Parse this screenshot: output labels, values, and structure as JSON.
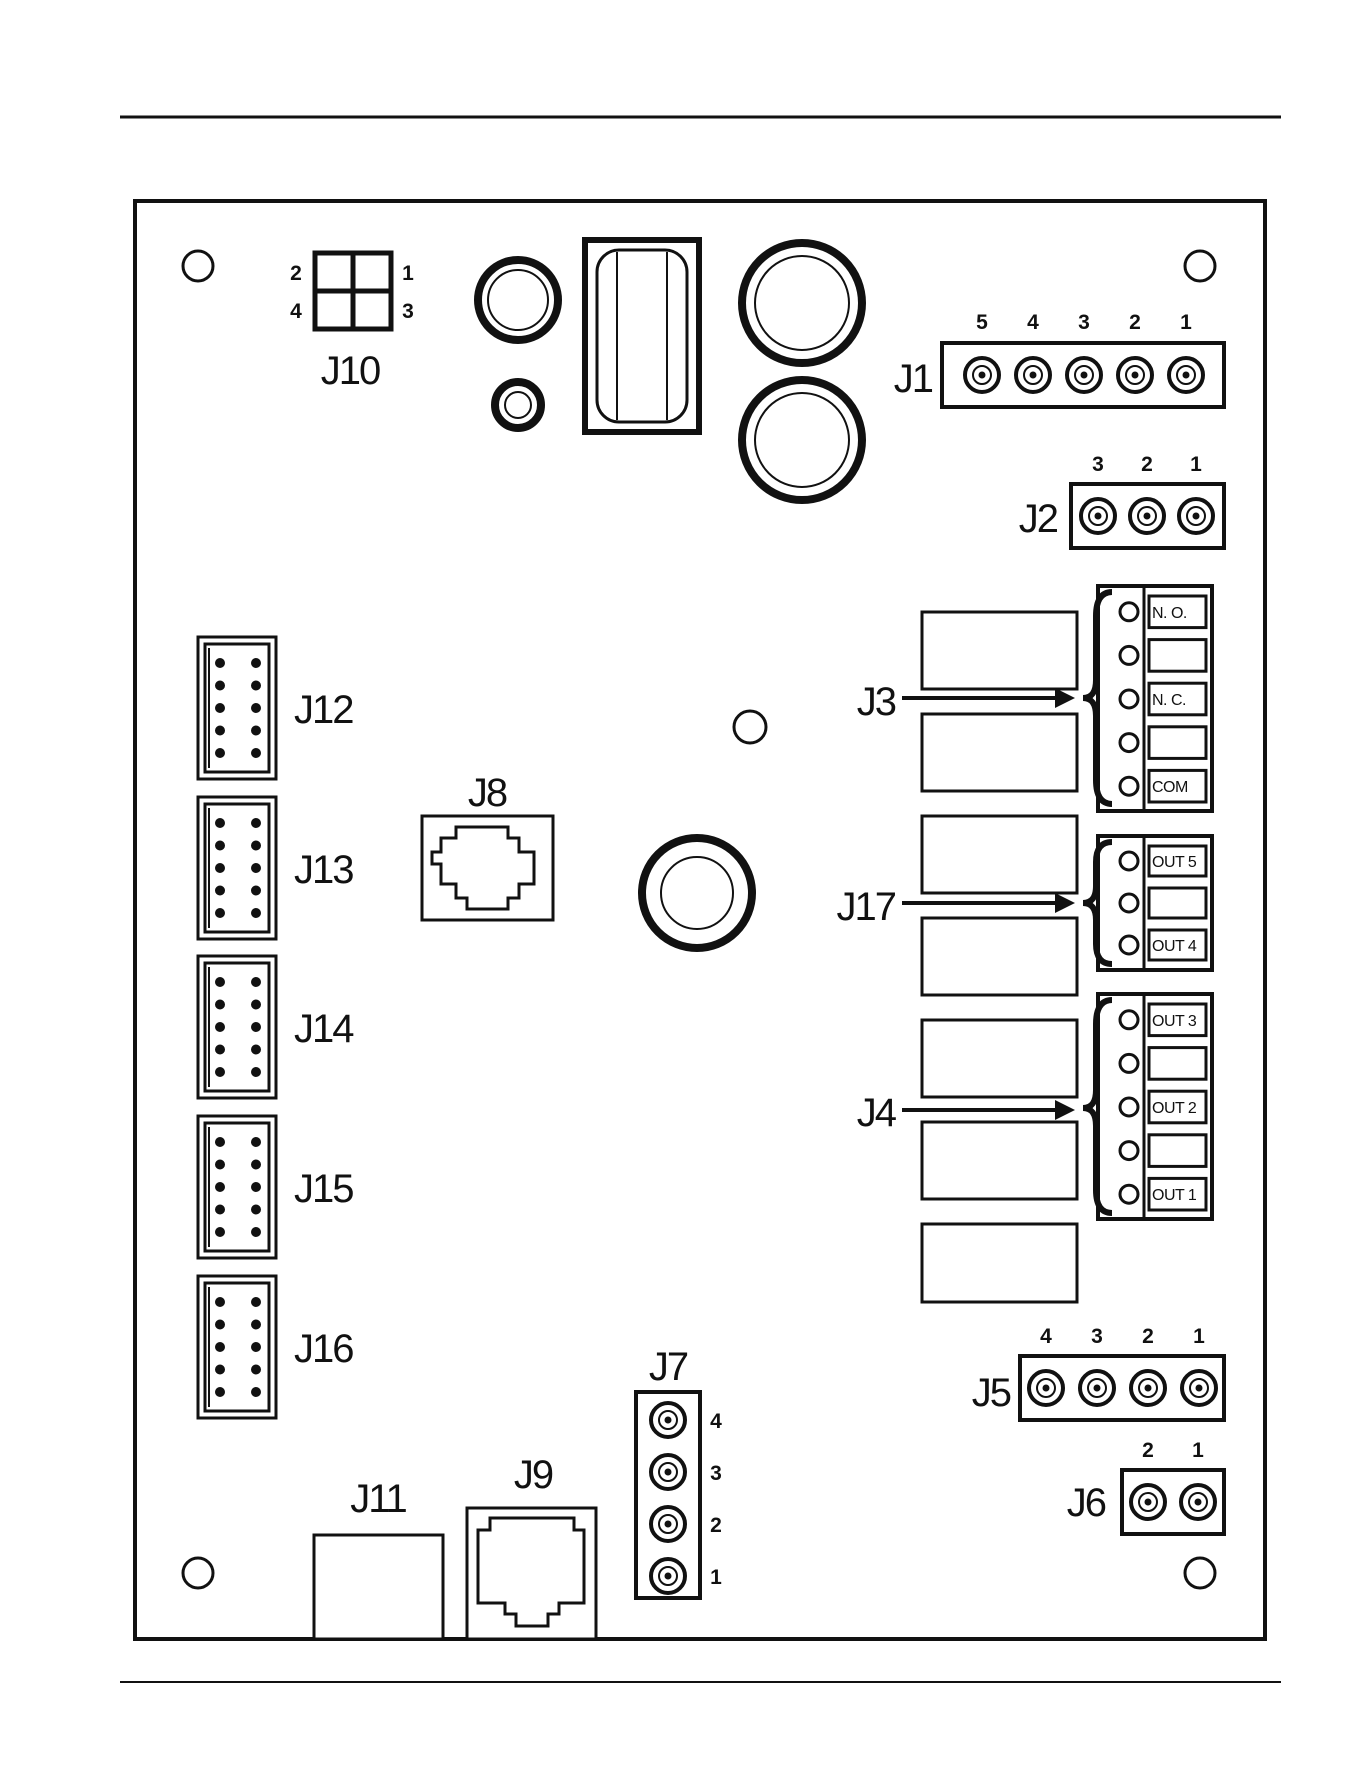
{
  "board": {
    "connectors": {
      "j1": {
        "label": "J1",
        "pins": [
          "5",
          "4",
          "3",
          "2",
          "1"
        ]
      },
      "j2": {
        "label": "J2",
        "pins": [
          "3",
          "2",
          "1"
        ]
      },
      "j3": {
        "label": "J3",
        "terminals": [
          "N. O.",
          "",
          "N. C.",
          "",
          "COM"
        ]
      },
      "j4": {
        "label": "J4",
        "terminals": [
          "OUT 3",
          "",
          "OUT 2",
          "",
          "OUT 1"
        ]
      },
      "j5": {
        "label": "J5",
        "pins": [
          "4",
          "3",
          "2",
          "1"
        ]
      },
      "j6": {
        "label": "J6",
        "pins": [
          "2",
          "1"
        ]
      },
      "j7": {
        "label": "J7",
        "pins": [
          "4",
          "3",
          "2",
          "1"
        ]
      },
      "j8": {
        "label": "J8"
      },
      "j9": {
        "label": "J9"
      },
      "j10": {
        "label": "J10",
        "pins": [
          "2",
          "1",
          "4",
          "3"
        ]
      },
      "j11": {
        "label": "J11"
      },
      "j12": {
        "label": "J12"
      },
      "j13": {
        "label": "J13"
      },
      "j14": {
        "label": "J14"
      },
      "j15": {
        "label": "J15"
      },
      "j16": {
        "label": "J16"
      },
      "j17": {
        "label": "J17",
        "terminals": [
          "OUT 5",
          "",
          "OUT 4"
        ]
      }
    }
  }
}
